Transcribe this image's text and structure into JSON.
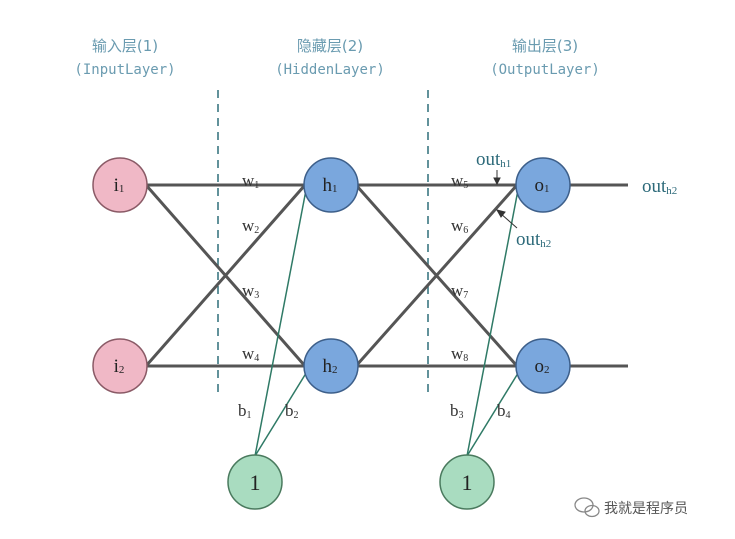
{
  "layers": {
    "input": {
      "title": "输入层(1)",
      "subtitle": "(InputLayer)"
    },
    "hidden": {
      "title": "隐藏层(2)",
      "subtitle": "(HiddenLayer)"
    },
    "output": {
      "title": "输出层(3)",
      "subtitle": "(OutputLayer)"
    }
  },
  "nodes": {
    "i1": {
      "main": "i",
      "sub": "1"
    },
    "i2": {
      "main": "i",
      "sub": "2"
    },
    "h1": {
      "main": "h",
      "sub": "1"
    },
    "h2": {
      "main": "h",
      "sub": "2"
    },
    "o1": {
      "main": "o",
      "sub": "1"
    },
    "o2": {
      "main": "o",
      "sub": "2"
    },
    "bias1": {
      "label": "1"
    },
    "bias2": {
      "label": "1"
    }
  },
  "weights": {
    "w1": {
      "main": "w",
      "sub": "1"
    },
    "w2": {
      "main": "w",
      "sub": "2"
    },
    "w3": {
      "main": "w",
      "sub": "3"
    },
    "w4": {
      "main": "w",
      "sub": "4"
    },
    "w5": {
      "main": "w",
      "sub": "5"
    },
    "w6": {
      "main": "w",
      "sub": "6"
    },
    "w7": {
      "main": "w",
      "sub": "7"
    },
    "w8": {
      "main": "w",
      "sub": "8"
    },
    "b1": {
      "main": "b",
      "sub": "1"
    },
    "b2": {
      "main": "b",
      "sub": "2"
    },
    "b3": {
      "main": "b",
      "sub": "3"
    },
    "b4": {
      "main": "b",
      "sub": "4"
    }
  },
  "annotations": {
    "out_top": {
      "main": "out",
      "sub": "h1"
    },
    "out_mid": {
      "main": "out",
      "sub": "h2"
    },
    "out_right": {
      "main": "out",
      "sub": "h2"
    }
  },
  "watermark": {
    "text": "我就是程序员"
  },
  "colors": {
    "input_fill": "#f0b8c6",
    "input_stroke": "#8a5a66",
    "hidden_fill": "#7aa7dd",
    "hidden_stroke": "#3d5f8a",
    "bias_fill": "#a9dcc0",
    "bias_stroke": "#4a7a5e",
    "main_edge": "#555555",
    "bias_edge": "#2f7a66",
    "divider": "#2f6f7a"
  }
}
